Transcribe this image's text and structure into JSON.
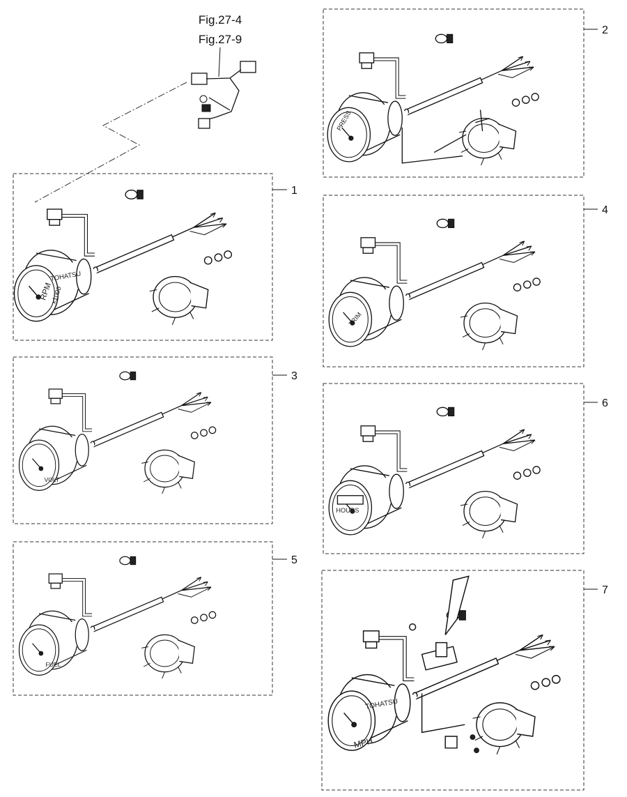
{
  "figure_refs": [
    "Fig.27-4",
    "Fig.27-9"
  ],
  "parts": [
    {
      "number": "1",
      "gauge_text": [
        "TOHATSU",
        "RPM",
        "x1000"
      ]
    },
    {
      "number": "2",
      "gauge_text": [
        "PRESS"
      ]
    },
    {
      "number": "3",
      "gauge_text": [
        "VOLT"
      ]
    },
    {
      "number": "4",
      "gauge_text": [
        "TRIM"
      ]
    },
    {
      "number": "5",
      "gauge_text": [
        "FUEL"
      ]
    },
    {
      "number": "6",
      "gauge_text": [
        "HOURS"
      ]
    },
    {
      "number": "7",
      "gauge_text": [
        "TOHATSU",
        "MPH"
      ]
    }
  ]
}
